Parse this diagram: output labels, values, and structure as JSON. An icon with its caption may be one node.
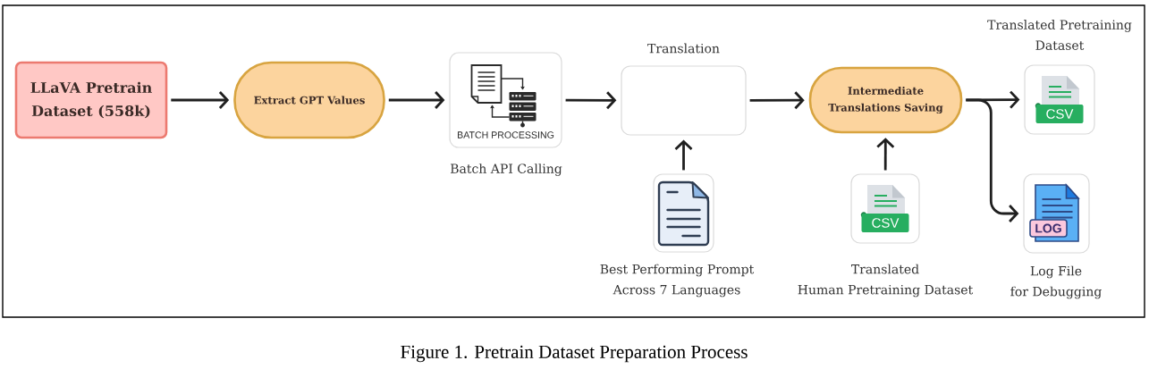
{
  "diagram": {
    "caption": "Figure 1. Pretrain Dataset Preparation Process",
    "nodes": [
      {
        "text": [
          "LLaVA Pretrain Dataset (558k)"
        ]
      },
      {
        "text": [
          "Extract GPT Values"
        ]
      },
      {
        "text": [
          "BATCH PROCESSING"
        ],
        "beside": [
          "Batch API Calling"
        ]
      },
      {
        "text": [],
        "shape": "box",
        "beside": [
          "Translation"
        ]
      },
      {
        "text": [],
        "shape": "picture",
        "beside": [
          "Best Performing Prompt Across 7 Languages"
        ]
      },
      {
        "text": [
          "Intermediate Translations Saving"
        ]
      },
      {
        "text": [
          "CSV"
        ],
        "beside": [
          "Translated Pretraining Dataset"
        ]
      },
      {
        "text": [
          "CSV"
        ],
        "beside": [
          "Translated Human Pretraining Dataset"
        ]
      },
      {
        "text": [
          "LOG"
        ],
        "beside": [
          "Log File for Debugging"
        ]
      }
    ],
    "edges": [
      {
        "from": 0,
        "to": 1,
        "arrow": "to"
      },
      {
        "from": 1,
        "to": 2,
        "arrow": "to"
      },
      {
        "from": 2,
        "to": 3,
        "arrow": "to"
      },
      {
        "from": 4,
        "to": 3,
        "arrow": "to"
      },
      {
        "from": 3,
        "to": 5,
        "arrow": "to"
      },
      {
        "from": 7,
        "to": 5,
        "arrow": "to"
      },
      {
        "from": 5,
        "to": 6,
        "arrow": "to"
      },
      {
        "from": 5,
        "to": 8,
        "arrow": "to"
      }
    ]
  }
}
